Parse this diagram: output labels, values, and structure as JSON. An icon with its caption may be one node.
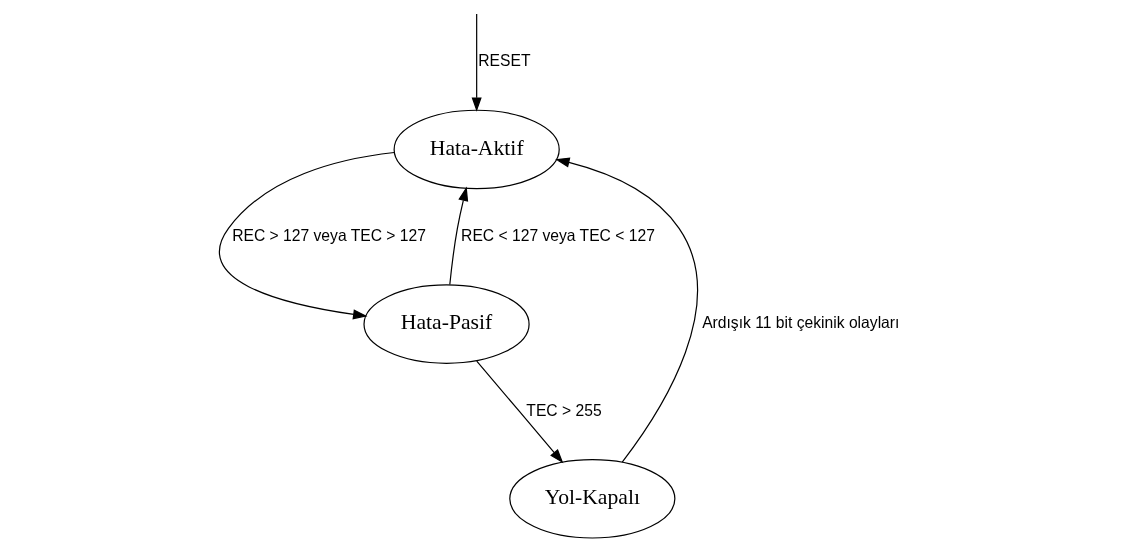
{
  "diagram": {
    "nodes": [
      {
        "text": [
          "Hata-Aktif"
        ]
      },
      {
        "text": [
          "Hata-Pasif"
        ]
      },
      {
        "text": [
          "Yol-Kapalı"
        ]
      }
    ],
    "edges": [
      {
        "from": null,
        "to": 0,
        "arrow": "to",
        "label": "RESET"
      },
      {
        "from": 1,
        "to": 0,
        "arrow": "to",
        "label": "REC < 127 veya TEC < 127"
      },
      {
        "from": 0,
        "to": 1,
        "arrow": "to",
        "label": "REC > 127 veya TEC > 127"
      },
      {
        "from": 1,
        "to": 2,
        "arrow": "to",
        "label": "TEC > 255"
      },
      {
        "from": 2,
        "to": 0,
        "arrow": "to",
        "label": "Ardışık 11 bit çekinik olayları"
      }
    ]
  }
}
